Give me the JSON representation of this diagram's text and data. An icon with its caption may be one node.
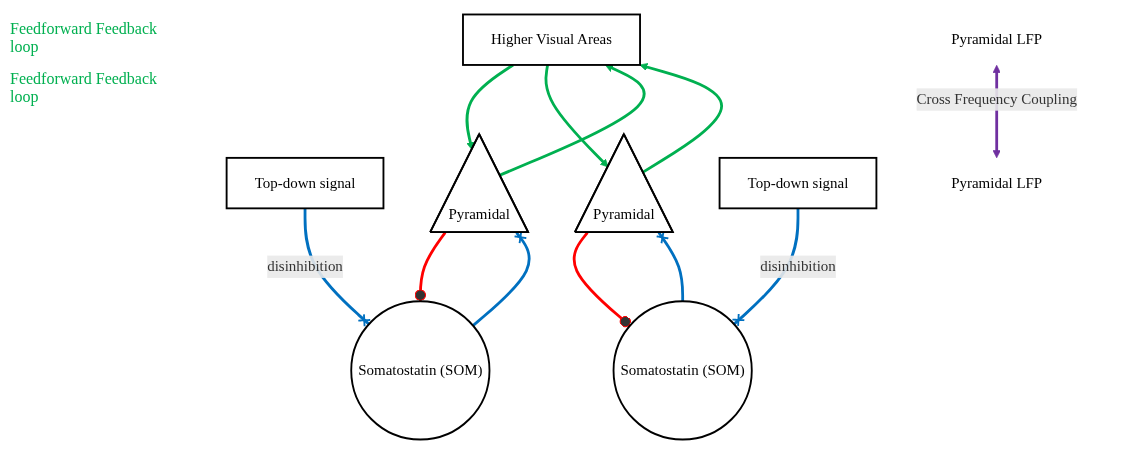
{
  "diagram": {
    "nodes": [
      {
        "text": [
          "Higher Visual Areas"
        ]
      },
      {
        "text": [
          "Top-down signal"
        ]
      },
      {
        "text": [
          "Pyramidal"
        ]
      },
      {
        "text": [
          "Somatostatin (SOM)"
        ]
      },
      {
        "text": [
          "Pyramidal LFP"
        ]
      },
      {
        "text": [
          "Pyramidal LFP"
        ]
      },
      {
        "text": [
          "Top-down signal"
        ]
      },
      {
        "text": [
          "Pyramidal"
        ]
      },
      {
        "text": [
          "Somatostatin (SOM)"
        ]
      }
    ],
    "edges": [
      {
        "from": 0,
        "to": 2,
        "arrow": "to",
        "color": "#00b050"
      },
      {
        "from": 2,
        "to": 0,
        "arrow": "to",
        "color": "#00b050"
      },
      {
        "from": 7,
        "to": 0,
        "arrow": "to",
        "color": "#00b050"
      },
      {
        "from": 0,
        "to": 7,
        "arrow": "to",
        "color": "#00b050"
      },
      {
        "from": 1,
        "to": 3,
        "arrow": "other",
        "label": "disinhibition",
        "color": "#0070c0"
      },
      {
        "from": 3,
        "to": 2,
        "arrow": "other",
        "color": "#0070c0"
      },
      {
        "from": 2,
        "to": 3,
        "arrow": "other",
        "color": "#ff0000"
      },
      {
        "from": 4,
        "to": 5,
        "arrow": "both",
        "label": "Cross Frequency Coupling",
        "color": "#7030a0"
      },
      {
        "from": 7,
        "to": 8,
        "arrow": "other",
        "color": "#ff0000"
      },
      {
        "from": 8,
        "to": 7,
        "arrow": "other",
        "color": "#0070c0"
      },
      {
        "from": 6,
        "to": 8,
        "arrow": "other",
        "label": "disinhibition",
        "color": "#0070c0"
      }
    ],
    "labels": [
      "Feedforward Feedback loop",
      "Feedforward Feedback loop"
    ]
  }
}
